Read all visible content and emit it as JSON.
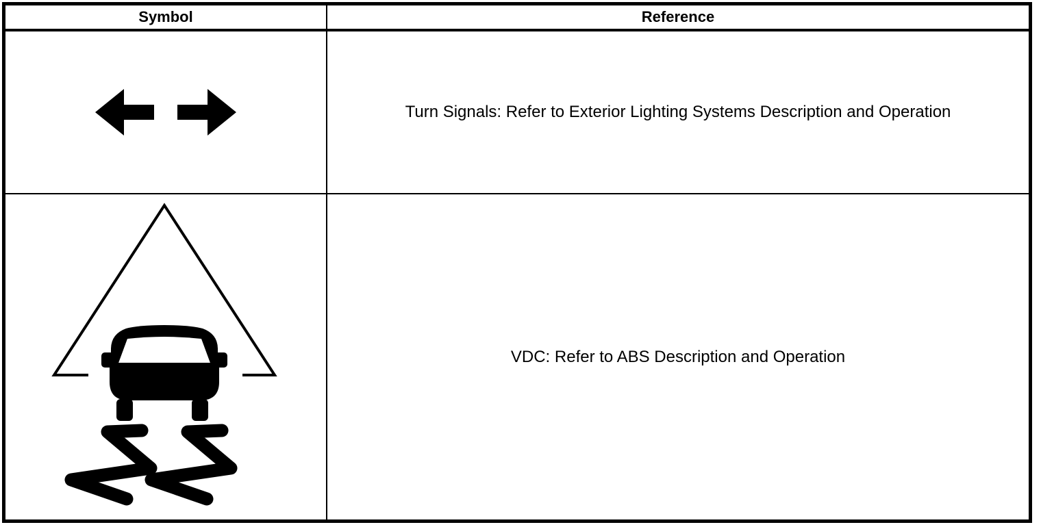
{
  "colors": {
    "ink": "#000000",
    "paper": "#ffffff"
  },
  "table": {
    "columns": [
      {
        "key": "symbol",
        "label": "Symbol"
      },
      {
        "key": "reference",
        "label": "Reference"
      }
    ],
    "rows": [
      {
        "symbol_icon": "turn-signals-left-right-arrows",
        "reference": "Turn Signals: Refer to Exterior Lighting Systems Description and Operation"
      },
      {
        "symbol_icon": "vdc-skidding-car-in-triangle",
        "reference": "VDC: Refer to ABS Description and Operation"
      }
    ]
  }
}
